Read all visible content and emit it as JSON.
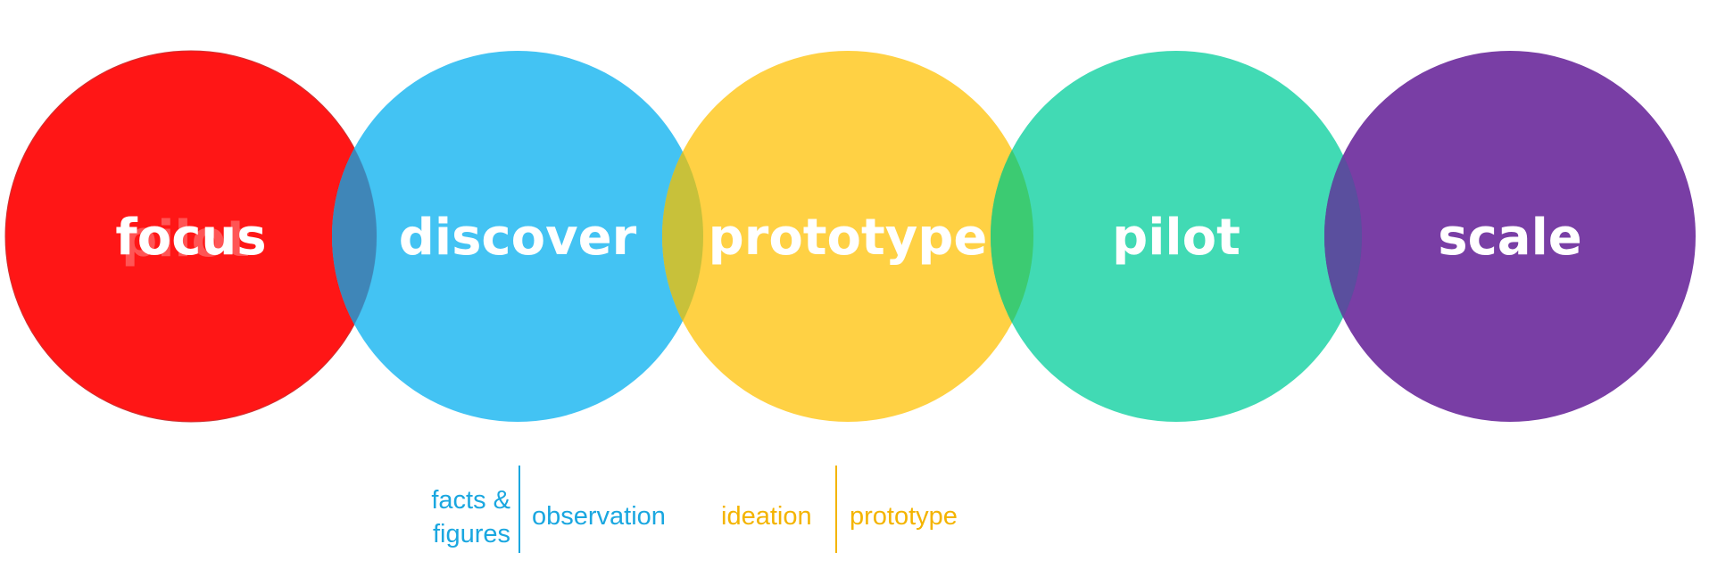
{
  "stages": [
    {
      "label": "focus",
      "color": "#ff1111"
    },
    {
      "label": "discover",
      "color": "#39c0f2"
    },
    {
      "label": "prototype",
      "color": "#ffcf3a"
    },
    {
      "label": "pilot",
      "color": "#37d8b0"
    },
    {
      "label": "scale",
      "color": "#6e2e9d"
    }
  ],
  "ghost_text": "pilot",
  "sub_labels": {
    "discover_left_line1": "facts &",
    "discover_left_line2": "figures",
    "discover_right": "observation",
    "prototype_left": "ideation",
    "prototype_right": "prototype"
  },
  "colors": {
    "blue_text": "#1aa7e0",
    "yellow_text": "#f4b400"
  }
}
